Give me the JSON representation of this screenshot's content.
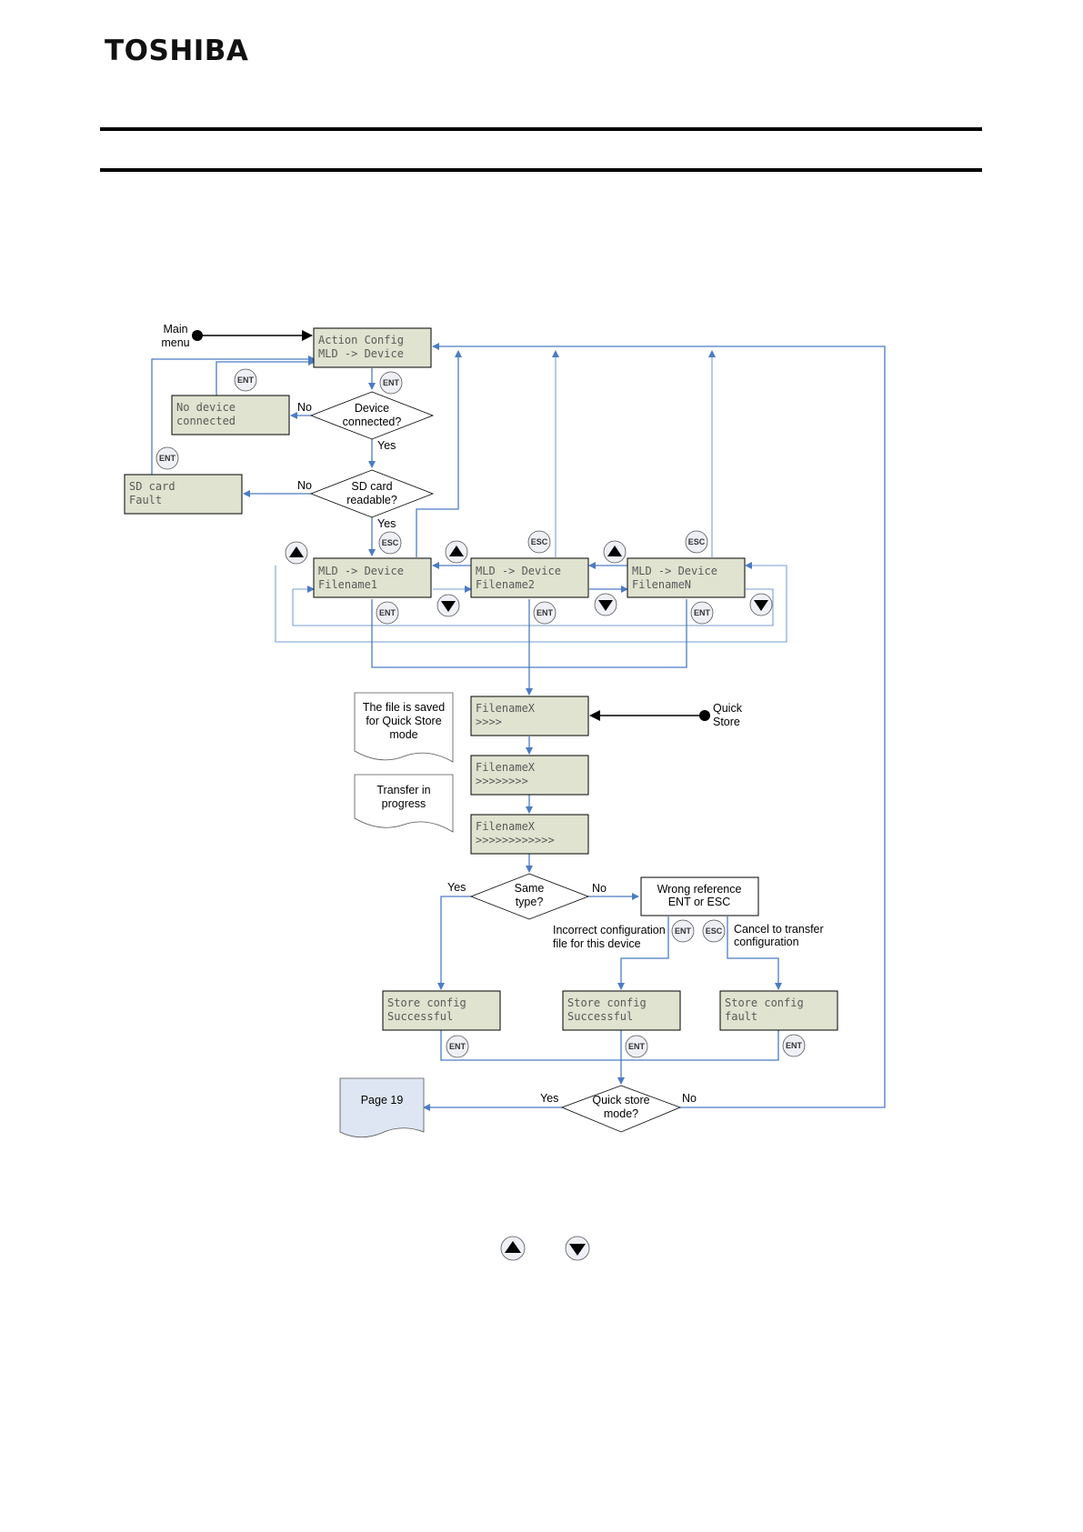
{
  "header": {
    "brand": "TOSHIBA"
  },
  "colors": {
    "lcd_fill": "#dfe3cf",
    "connector": "#4a7cc4",
    "note_fill": "#dde6f2"
  },
  "flowchart": {
    "start": [
      "Main",
      "menu"
    ],
    "action_config": [
      "Action Config",
      "MLD -> Device"
    ],
    "no_device": [
      "No device",
      "connected"
    ],
    "q_device": [
      "Device",
      "connected?"
    ],
    "sd_fault": [
      "SD card",
      "Fault"
    ],
    "q_sd": [
      "SD card",
      "readable?"
    ],
    "file1": [
      "MLD -> Device",
      "Filename1"
    ],
    "file2": [
      "MLD -> Device",
      "Filename2"
    ],
    "fileN": [
      "MLD -> Device",
      "FilenameN"
    ],
    "note_saved": [
      "The file is saved",
      "for Quick Store",
      "mode"
    ],
    "note_transfer": [
      "Transfer in",
      "progress"
    ],
    "progress1": [
      "FilenameX",
      ">>>>"
    ],
    "progress2": [
      "FilenameX",
      ">>>>>>>>"
    ],
    "progress3": [
      "FilenameX",
      ">>>>>>>>>>>>"
    ],
    "quick_store": [
      "Quick",
      "Store"
    ],
    "q_same": [
      "Same",
      "type?"
    ],
    "wrong_ref": [
      "Wrong reference",
      "ENT or ESC"
    ],
    "incorrect_note": [
      "Incorrect configuration",
      "file for this device"
    ],
    "cancel_note": [
      "Cancel to transfer",
      "configuration"
    ],
    "store_ok_1": [
      "Store config",
      "Successful"
    ],
    "store_ok_2": [
      "Store config",
      "Successful"
    ],
    "store_fault": [
      "Store config",
      "fault"
    ],
    "page_ref": "Page 19",
    "q_quick": [
      "Quick store",
      "mode?"
    ],
    "yes": "Yes",
    "no": "No",
    "ent": "ENT",
    "esc": "ESC"
  }
}
